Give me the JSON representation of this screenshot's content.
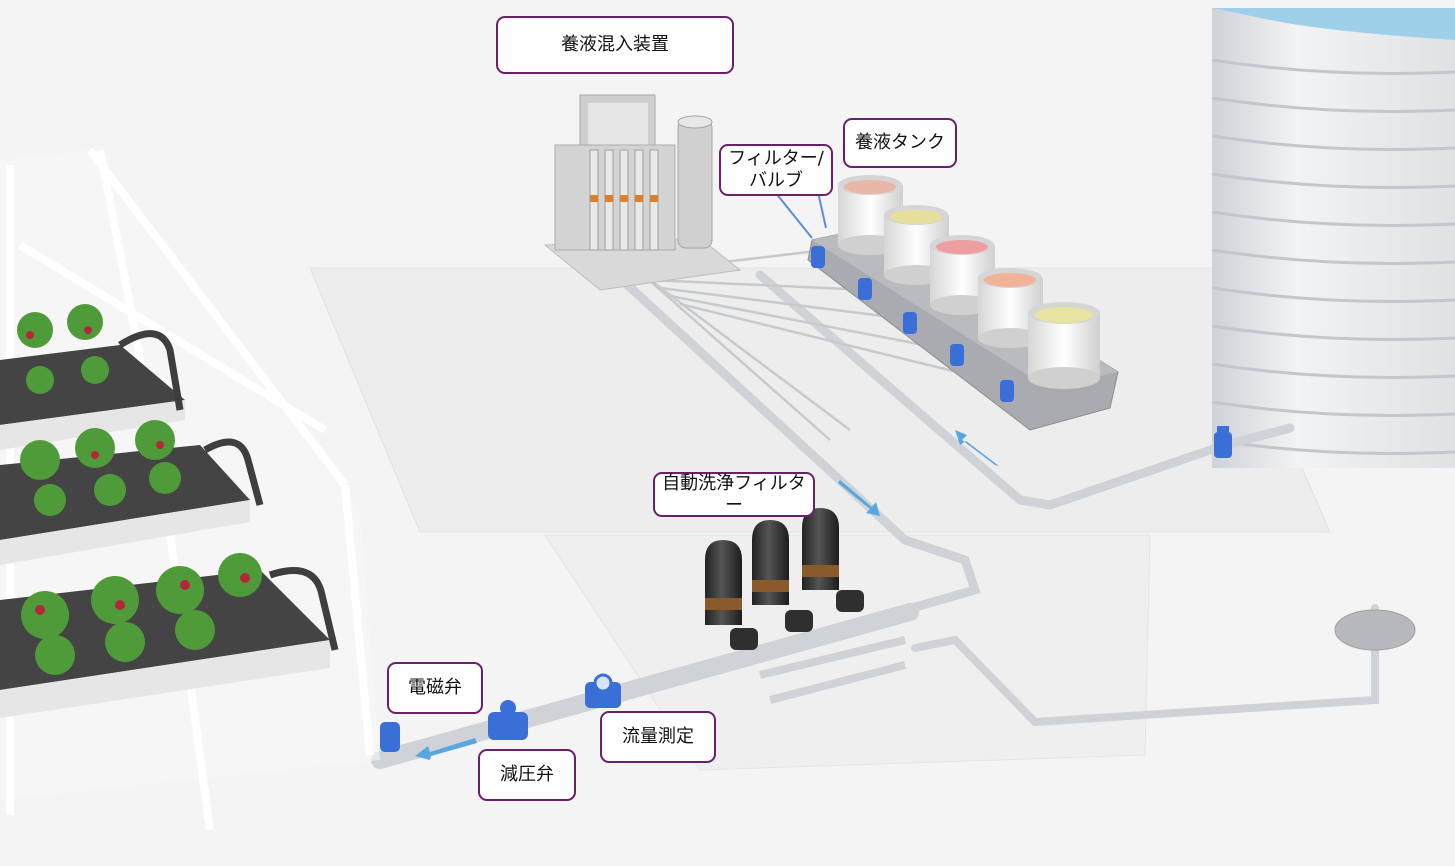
{
  "labels": {
    "mixer": "養液混入装置",
    "tanks": "養液タンク",
    "filter_valve": "フィルター/\nバルブ",
    "auto_filter": "自動洗浄フィルター",
    "solenoid": "電磁弁",
    "flow_meter": "流量測定",
    "pressure_reducer": "減圧弁"
  },
  "colors": {
    "callout_border": "#6b1f6b",
    "valve_blue": "#3a6fd8",
    "flow_arrow": "#5aa7e0",
    "pipe": "#cfd3d8",
    "platform": "#ececec",
    "tank_base": "#a9abb0",
    "filter_body": "#3a3a3a",
    "filter_band": "#8a5a2b",
    "plant_green": "#4f9b3a",
    "fruit_red": "#b2283a"
  },
  "tanks": [
    {
      "liquid_color": "#e9b7a6"
    },
    {
      "liquid_color": "#e6e09c"
    },
    {
      "liquid_color": "#ee9ea0"
    },
    {
      "liquid_color": "#f0b39a"
    },
    {
      "liquid_color": "#e7e3a1"
    }
  ],
  "icons": [
    "solenoid-valve-icon",
    "pressure-reducing-valve-icon",
    "flow-meter-icon",
    "filter-valve-icon",
    "ball-valve-icon"
  ]
}
